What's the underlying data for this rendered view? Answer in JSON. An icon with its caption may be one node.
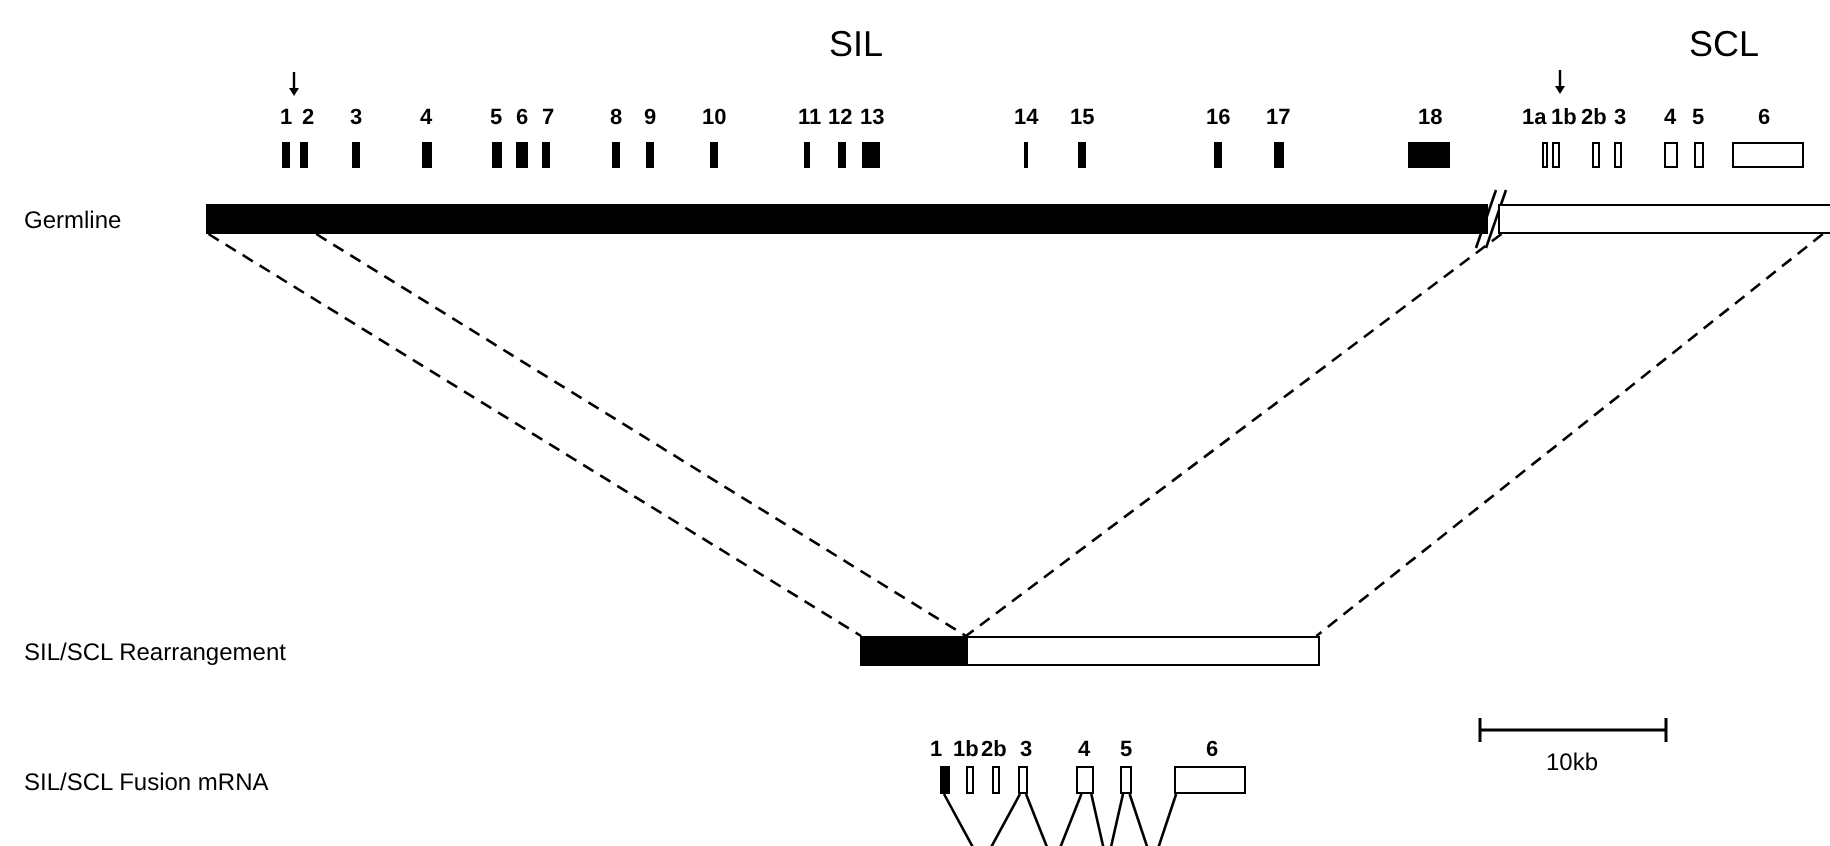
{
  "diagram": {
    "nodes": [
      {
        "text": [
          "1"
        ]
      },
      {
        "text": [
          "2"
        ]
      },
      {
        "text": [
          "3"
        ]
      },
      {
        "text": [
          "4"
        ]
      },
      {
        "text": [
          "5"
        ]
      },
      {
        "text": [
          "6"
        ]
      },
      {
        "text": [
          "7"
        ]
      },
      {
        "text": [
          "8"
        ]
      },
      {
        "text": [
          "9"
        ]
      },
      {
        "text": [
          "10"
        ]
      },
      {
        "text": [
          "11"
        ]
      },
      {
        "text": [
          "12"
        ]
      },
      {
        "text": [
          "13"
        ]
      },
      {
        "text": [
          "14"
        ]
      },
      {
        "text": [
          "15"
        ]
      },
      {
        "text": [
          "16"
        ]
      },
      {
        "text": [
          "17"
        ]
      },
      {
        "text": [
          "18"
        ]
      },
      {
        "text": [
          "1a"
        ]
      },
      {
        "text": [
          "1b"
        ]
      },
      {
        "text": [
          "2b"
        ]
      },
      {
        "text": [
          "3"
        ]
      },
      {
        "text": [
          "4"
        ]
      },
      {
        "text": [
          "5"
        ]
      },
      {
        "text": [
          "6"
        ]
      },
      {
        "text": [],
        "shape": "bar"
      },
      {
        "text": [],
        "shape": "bar"
      },
      {
        "text": [],
        "shape": "bar"
      },
      {
        "text": [],
        "shape": "bar"
      },
      {
        "text": [
          "1"
        ]
      },
      {
        "text": [
          "1b"
        ]
      },
      {
        "text": [
          "2b"
        ]
      },
      {
        "text": [
          "3"
        ]
      },
      {
        "text": [
          "4"
        ]
      },
      {
        "text": [
          "5"
        ]
      },
      {
        "text": [
          "6"
        ]
      }
    ],
    "edges": [
      {
        "from": 25,
        "to": 27,
        "arrow": "none",
        "style": "dashed"
      },
      {
        "from": 25,
        "to": 27,
        "arrow": "none",
        "style": "dashed"
      },
      {
        "from": 26,
        "to": 28,
        "arrow": "none",
        "style": "dashed"
      },
      {
        "from": 26,
        "to": 28,
        "arrow": "none",
        "style": "dashed"
      },
      {
        "from": 29,
        "to": 32,
        "arrow": "none"
      },
      {
        "from": 32,
        "to": 33,
        "arrow": "none"
      },
      {
        "from": 33,
        "to": 34,
        "arrow": "none"
      },
      {
        "from": 34,
        "to": 35,
        "arrow": "none"
      }
    ],
    "labels": [
      "SIL",
      "SCL",
      "Germline",
      "SIL/SCL Rearrangement",
      "SIL/SCL Fusion mRNA",
      "10kb"
    ]
  }
}
